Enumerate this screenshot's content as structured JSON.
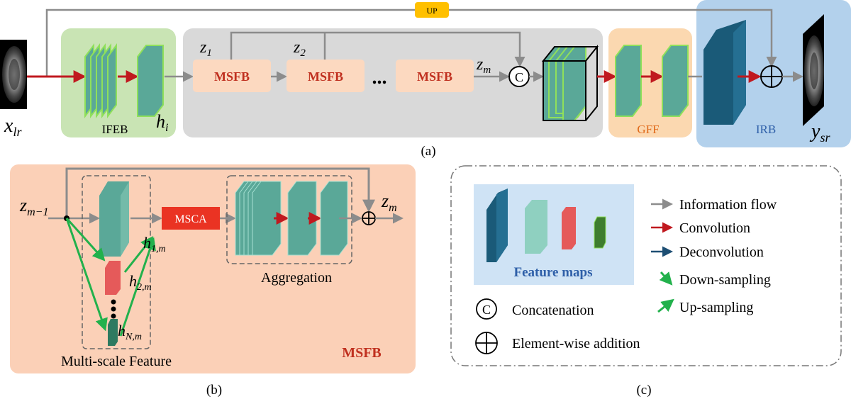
{
  "panel_a": {
    "caption": "(a)",
    "up_label": "UP",
    "ifeb_label": "IFEB",
    "gff_label": "GFF",
    "irb_label": "IRB",
    "msfb_label": "MSFB",
    "dots": "...",
    "concat_symbol": "C",
    "var_x": "x",
    "var_x_sub": "lr",
    "var_h": "h",
    "var_h_sub": "i",
    "var_y": "y",
    "var_y_sub": "sr",
    "var_z": "z",
    "z1_sub": "1",
    "z2_sub": "2",
    "zm_sub": "m"
  },
  "panel_b": {
    "caption": "(b)",
    "title": "MSFB",
    "msca_label": "MSCA",
    "aggregation_label": "Aggregation",
    "multiscale_label": "Multi-scale Feature",
    "zm1_sub": "m−1",
    "zm_sub": "m",
    "h1m_sub": "1,m",
    "h2m_sub": "2,m",
    "hnm_sub": "N,m"
  },
  "panel_c": {
    "caption": "(c)",
    "feature_maps_label": "Feature maps",
    "concatenation_label": "Concatenation",
    "elementwise_label": "Element-wise addition",
    "legend": [
      {
        "label": "Information flow",
        "color": "#8c8c8c"
      },
      {
        "label": "Convolution",
        "color": "#c0191f"
      },
      {
        "label": "Deconvolution",
        "color": "#1d4e73"
      },
      {
        "label": "Down-sampling",
        "color": "#22b14c"
      },
      {
        "label": "Up-sampling",
        "color": "#22b14c"
      }
    ]
  },
  "colors": {
    "ifeb_bg": "#c9e4b4",
    "gray_bg": "#d9d9d9",
    "gff_bg": "#fbd8b0",
    "irb_bg": "#b3d1ec",
    "msfb_bg": "#fbd0b7",
    "msfb_block": "#fcd9c0",
    "msfb_text": "#c0301f",
    "up_box": "#ffc000",
    "msca_box": "#ea3323",
    "teal": "#5aa898",
    "teal_light": "#8fd0c0",
    "navy": "#1a5a78",
    "red_map": "#e55a5a",
    "green_map": "#3f7d2e",
    "legend_bg": "#cfe3f5"
  }
}
